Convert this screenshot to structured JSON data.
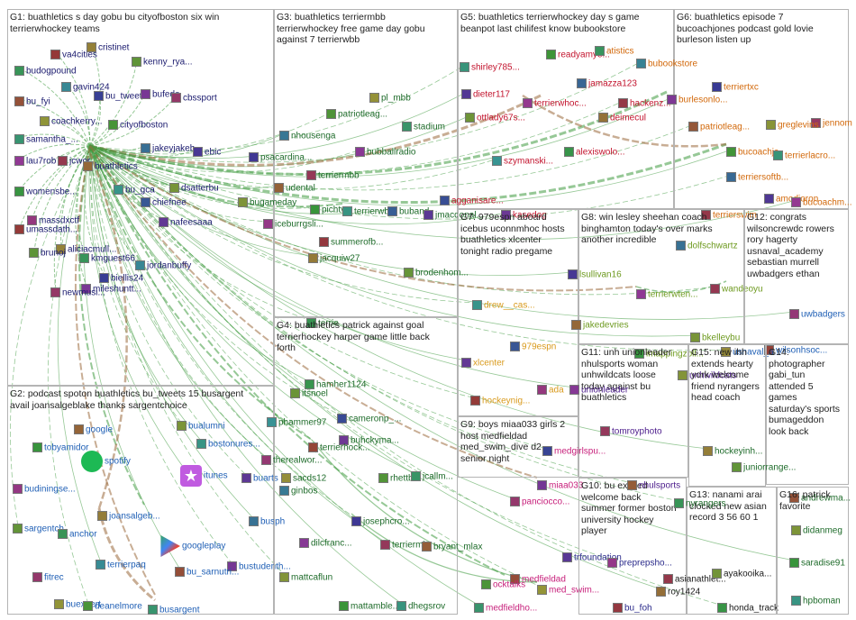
{
  "colors": {
    "edge_green": "#3f9a3f",
    "edge_brown": "#9a6a3c",
    "box_border": "#b4b4b4",
    "g1": "#1a1a6e",
    "g2": "#1f5fb5",
    "g3": "#1e6b2a",
    "g4": "#1e6b2a",
    "g5": "#c2122c",
    "g6": "#d2680a",
    "g7": "#d99a1c",
    "g8": "#6e9a20",
    "g9": "#c7207b",
    "g10": "#2a2a8a",
    "g11": "#4a1a8a",
    "g12": "#1f5fb5",
    "g13": "#1a1a1a",
    "g14": "#1e6b2a",
    "g15": "#1e6b2a",
    "g16": "#1e6b2a"
  },
  "groups": [
    {
      "id": "G1",
      "title": "G1: buathletics s day gobu bu cityofboston six win\nterrierwhockey teams",
      "color": "g1",
      "nodes": [
        {
          "label": "va4cities",
          "icon": "avatar"
        },
        {
          "label": "cristinet",
          "icon": "avatar"
        },
        {
          "label": "kenny_rya...",
          "icon": "avatar"
        },
        {
          "label": "budogpound",
          "icon": "avatar"
        },
        {
          "label": "gavin424",
          "icon": "avatar"
        },
        {
          "label": "bu_tweets",
          "icon": "avatar"
        },
        {
          "label": "bufede",
          "icon": "avatar"
        },
        {
          "label": "cbssport",
          "icon": "avatar"
        },
        {
          "label": "bu_fyi",
          "icon": "avatar"
        },
        {
          "label": "coachkerry...",
          "icon": "avatar"
        },
        {
          "label": "cityofboston",
          "icon": "avatar"
        },
        {
          "label": "samantha_...",
          "icon": "avatar"
        },
        {
          "label": "jakeyjakeb...",
          "icon": "avatar"
        },
        {
          "label": "ebic",
          "icon": "avatar"
        },
        {
          "label": "lau7rob",
          "icon": "avatar"
        },
        {
          "label": "jcwor",
          "icon": "avatar"
        },
        {
          "label": "buathletics",
          "icon": "avatar"
        },
        {
          "label": "dsatterbu",
          "icon": "avatar"
        },
        {
          "label": "womensbe...",
          "icon": "avatar"
        },
        {
          "label": "bu_gca",
          "icon": "avatar"
        },
        {
          "label": "chiefnee",
          "icon": "avatar"
        },
        {
          "label": "nafeesaaa",
          "icon": "avatar"
        },
        {
          "label": "massdxctf",
          "icon": "avatar"
        },
        {
          "label": "umassdath...",
          "icon": "avatar"
        },
        {
          "label": "aliciacmull...",
          "icon": "avatar"
        },
        {
          "label": "brunoj",
          "icon": "avatar"
        },
        {
          "label": "kmguest66",
          "icon": "avatar"
        },
        {
          "label": "jordanbuffy",
          "icon": "avatar"
        },
        {
          "label": "biellis24",
          "icon": "avatar"
        },
        {
          "label": "mileshuntt...",
          "icon": "avatar"
        },
        {
          "label": "newmusi...",
          "icon": "avatar"
        }
      ]
    },
    {
      "id": "G2",
      "title": "G2: podcast spoton buathletics bu_tweets 15 busargent\navail joansalgeblake thanks sargentchoice",
      "color": "g2",
      "nodes": [
        {
          "label": "google",
          "icon": "avatar"
        },
        {
          "label": "bualumni",
          "icon": "avatar"
        },
        {
          "label": "tobyamidor",
          "icon": "avatar"
        },
        {
          "label": "bostonures...",
          "icon": "avatar"
        },
        {
          "label": "spotify",
          "icon": "spotify"
        },
        {
          "label": "buarts",
          "icon": "avatar"
        },
        {
          "label": "budiningse...",
          "icon": "avatar"
        },
        {
          "label": "itunes",
          "icon": "itunes"
        },
        {
          "label": "joansalgeb...",
          "icon": "avatar"
        },
        {
          "label": "sargentch",
          "icon": "avatar"
        },
        {
          "label": "anchor",
          "icon": "avatar"
        },
        {
          "label": "terrierpaq",
          "icon": "avatar"
        },
        {
          "label": "googleplay",
          "icon": "googleplay"
        },
        {
          "label": "bustudenth...",
          "icon": "avatar"
        },
        {
          "label": "fitrec",
          "icon": "avatar"
        },
        {
          "label": "bu_sarnutri...",
          "icon": "avatar"
        },
        {
          "label": "buexpert",
          "icon": "avatar"
        },
        {
          "label": "deanelmore",
          "icon": "avatar"
        },
        {
          "label": "busargent",
          "icon": "avatar"
        },
        {
          "label": "busph",
          "icon": "avatar"
        }
      ]
    },
    {
      "id": "G3",
      "title": "G3: buathletics terriermbb\nterrierwhockey free game day gobu\nagainst 7 terrierwbb",
      "color": "g3",
      "nodes": [
        {
          "label": "pl_mbb",
          "icon": "avatar"
        },
        {
          "label": "patriotleag...",
          "icon": "avatar"
        },
        {
          "label": "stadium",
          "icon": "avatar"
        },
        {
          "label": "nhousenga",
          "icon": "avatar"
        },
        {
          "label": "psacardina...",
          "icon": "avatar"
        },
        {
          "label": "bubballradio",
          "icon": "avatar"
        },
        {
          "label": "terriermbb",
          "icon": "avatar"
        },
        {
          "label": "udental",
          "icon": "avatar"
        },
        {
          "label": "bugameday",
          "icon": "avatar"
        },
        {
          "label": "pichtv",
          "icon": "avatar"
        },
        {
          "label": "terrierwbb",
          "icon": "avatar"
        },
        {
          "label": "buband",
          "icon": "avatar"
        },
        {
          "label": "jmacdonal...",
          "icon": "avatar"
        },
        {
          "label": "iceburrgsli...",
          "icon": "avatar"
        },
        {
          "label": "summerofb...",
          "icon": "avatar"
        },
        {
          "label": "jacquiw27",
          "icon": "avatar"
        },
        {
          "label": "brodenhom...",
          "icon": "avatar"
        },
        {
          "label": "terrie",
          "icon": "avatar"
        }
      ]
    },
    {
      "id": "G4",
      "title": "G4: buathletics patrick against goal\nterrierhockey harper game little back\nforth",
      "color": "g4",
      "nodes": [
        {
          "label": "itsnoel",
          "icon": "avatar"
        },
        {
          "label": "hamher1124",
          "icon": "avatar"
        },
        {
          "label": "phammer97",
          "icon": "avatar"
        },
        {
          "label": "cameronp_...",
          "icon": "avatar"
        },
        {
          "label": "buhckyma...",
          "icon": "avatar"
        },
        {
          "label": "therealwor...",
          "icon": "avatar"
        },
        {
          "label": "terrierhock...",
          "icon": "avatar"
        },
        {
          "label": "sacds12",
          "icon": "avatar"
        },
        {
          "label": "rhettbu",
          "icon": "avatar"
        },
        {
          "label": "jcallm...",
          "icon": "avatar"
        },
        {
          "label": "ginbos",
          "icon": "avatar"
        },
        {
          "label": "josephcro...",
          "icon": "avatar"
        },
        {
          "label": "dilcfranc...",
          "icon": "avatar"
        },
        {
          "label": "terriermle",
          "icon": "avatar"
        },
        {
          "label": "bryant_mlax",
          "icon": "avatar"
        },
        {
          "label": "mattcaflun",
          "icon": "avatar"
        },
        {
          "label": "mattamble...",
          "icon": "avatar"
        },
        {
          "label": "dhegsrov",
          "icon": "avatar"
        }
      ]
    },
    {
      "id": "G5",
      "title": "G5: buathletics terrierwhockey day s game\nbeanpot last chilifest know bubookstore",
      "color": "g5",
      "nodes": [
        {
          "label": "readyamye...",
          "icon": "avatar"
        },
        {
          "label": "shirley785...",
          "icon": "avatar"
        },
        {
          "label": "jamazza123",
          "icon": "avatar"
        },
        {
          "label": "dieter117",
          "icon": "avatar"
        },
        {
          "label": "terrierwhoc...",
          "icon": "avatar"
        },
        {
          "label": "hackenz...",
          "icon": "avatar"
        },
        {
          "label": "deimecul",
          "icon": "avatar"
        },
        {
          "label": "ottlady67s...",
          "icon": "avatar"
        },
        {
          "label": "alexiswolo...",
          "icon": "avatar"
        },
        {
          "label": "szymanski...",
          "icon": "avatar"
        },
        {
          "label": "agganisare...",
          "icon": "avatar"
        },
        {
          "label": "kasedog",
          "icon": "avatar"
        }
      ]
    },
    {
      "id": "G6",
      "title": "G6: buathletics episode 7\nbucoachjones podcast gold lovie\nburleson listen up",
      "color": "g6",
      "nodes": [
        {
          "label": "atistics",
          "icon": "avatar"
        },
        {
          "label": "bubookstore",
          "icon": "avatar"
        },
        {
          "label": "terriertxc",
          "icon": "avatar"
        },
        {
          "label": "burlesonlo...",
          "icon": "avatar"
        },
        {
          "label": "jennom",
          "icon": "avatar"
        },
        {
          "label": "patriotleag...",
          "icon": "avatar"
        },
        {
          "label": "greglevins",
          "icon": "avatar"
        },
        {
          "label": "bucoachjc",
          "icon": "avatar"
        },
        {
          "label": "terrierlacro...",
          "icon": "avatar"
        },
        {
          "label": "terriersoftb...",
          "icon": "avatar"
        },
        {
          "label": "amodioron",
          "icon": "avatar"
        },
        {
          "label": "bucoachm...",
          "icon": "avatar"
        },
        {
          "label": "terrierswim",
          "icon": "avatar"
        }
      ]
    },
    {
      "id": "G7",
      "title": "G7: 979espn aboard\nicebus uconnmhoc hosts\nbuathletics xlcenter\ntonight radio pregame",
      "color": "g7",
      "nodes": [
        {
          "label": "drew__cas...",
          "icon": "avatar"
        },
        {
          "label": "979espn",
          "icon": "avatar"
        },
        {
          "label": "xlcenter",
          "icon": "avatar"
        },
        {
          "label": "ada",
          "icon": "avatar"
        },
        {
          "label": "hockeynig...",
          "icon": "avatar"
        }
      ]
    },
    {
      "id": "G8",
      "title": "G8: win lesley sheehan coach\nbinghamton today's over marks\nanother incredible",
      "color": "g8",
      "nodes": [
        {
          "label": "dolfschwartz",
          "icon": "avatar"
        },
        {
          "label": "lsullivan16",
          "icon": "avatar"
        },
        {
          "label": "terrierwten...",
          "icon": "avatar"
        },
        {
          "label": "wandeoyu",
          "icon": "avatar"
        },
        {
          "label": "jakedevries",
          "icon": "avatar"
        },
        {
          "label": "bkelleybu",
          "icon": "avatar"
        },
        {
          "label": "imappingzoll...",
          "icon": "avatar"
        }
      ]
    },
    {
      "id": "G9",
      "title": "G9: boys miaa033 girls 2\nhost medfieldad\nmed_swim_dive d2\nsenior night",
      "color": "g9",
      "nodes": [
        {
          "label": "medgirlspu...",
          "icon": "avatar"
        },
        {
          "label": "miaa033",
          "icon": "avatar"
        },
        {
          "label": "panciocco...",
          "icon": "avatar"
        },
        {
          "label": "medfieldad",
          "icon": "avatar"
        },
        {
          "label": "med_swim...",
          "icon": "avatar"
        },
        {
          "label": "ocktalks",
          "icon": "avatar"
        },
        {
          "label": "medfieldho...",
          "icon": "avatar"
        }
      ]
    },
    {
      "id": "G10",
      "title": "G10: bu excited\nwelcome back\nsummer former boston\nuniversity hockey\nplayer",
      "color": "g10",
      "nodes": [
        {
          "label": "trfoundation",
          "icon": "avatar"
        },
        {
          "label": "preprepsho...",
          "icon": "avatar"
        },
        {
          "label": "bu_foh",
          "icon": "avatar"
        }
      ]
    },
    {
      "id": "G11",
      "title": "G11: unh unionleader\nnhulsports woman\nunhwildcats loose\ntoday against bu\nbuathletics",
      "color": "g11",
      "nodes": [
        {
          "label": "unionleader",
          "icon": "avatar"
        },
        {
          "label": "tomroyphoto",
          "icon": "avatar"
        },
        {
          "label": "nhulsports",
          "icon": "avatar"
        },
        {
          "label": "unhwildcats",
          "icon": "avatar"
        }
      ]
    },
    {
      "id": "G12",
      "title": "G12: congrats\nwilsoncrewdc rowers\nrory hagerty\nusnaval_academy\nsebastian murrell\nuwbadgers ethan",
      "color": "g12",
      "nodes": [
        {
          "label": "uwbadgers",
          "icon": "avatar"
        },
        {
          "label": "wilsonhsoc...",
          "icon": "avatar"
        },
        {
          "label": "usnaval_a...",
          "icon": "avatar"
        }
      ]
    },
    {
      "id": "G13",
      "title": "G13: nanami arai\nclocked new asian\nrecord 3 56 60 1",
      "color": "g13",
      "nodes": [
        {
          "label": "asianathlet...",
          "icon": "avatar"
        },
        {
          "label": "roy1424",
          "icon": "avatar"
        },
        {
          "label": "ayakooika...",
          "icon": "avatar"
        },
        {
          "label": "honda_track",
          "icon": "avatar"
        }
      ]
    },
    {
      "id": "G14",
      "title": "G14:\nphotographer\ngabi_tun\nattended 5\ngames\nsaturday's sports\nbumageddon\nlook back",
      "color": "g14",
      "nodes": [
        {
          "label": "andrewma...",
          "icon": "avatar"
        }
      ]
    },
    {
      "id": "G15",
      "title": "G15: new ihh\nextends hearty\nyork welcome\nfriend nyrangers\nhead coach",
      "color": "g15",
      "nodes": [
        {
          "label": "hockeyinh...",
          "icon": "avatar"
        },
        {
          "label": "juniorrange...",
          "icon": "avatar"
        },
        {
          "label": "nyrangers",
          "icon": "avatar"
        }
      ]
    },
    {
      "id": "G16",
      "title": "G16: patrick\nfavorite",
      "color": "g16",
      "nodes": [
        {
          "label": "didanmeg",
          "icon": "avatar"
        },
        {
          "label": "saradise91",
          "icon": "avatar"
        },
        {
          "label": "hpboman",
          "icon": "avatar"
        }
      ]
    }
  ]
}
